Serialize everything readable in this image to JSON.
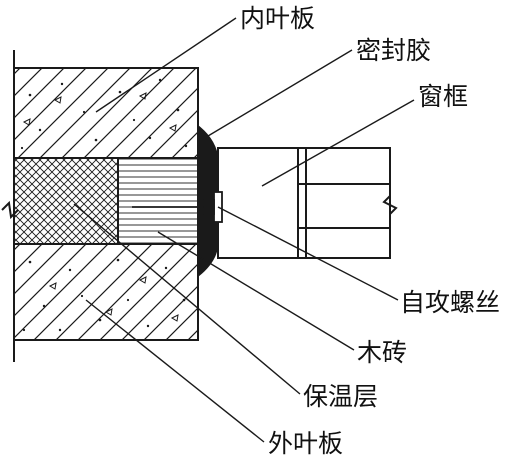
{
  "labels": {
    "inner_leaf": "内叶板",
    "sealant": "密封胶",
    "window_frame": "窗框",
    "self_tapping_screw": "自攻螺丝",
    "wood_brick": "木砖",
    "insulation_layer": "保温层",
    "outer_leaf": "外叶板"
  },
  "colors": {
    "line": "#1a1a1a",
    "background": "#ffffff",
    "sealant_fill": "#1a1a1a"
  }
}
